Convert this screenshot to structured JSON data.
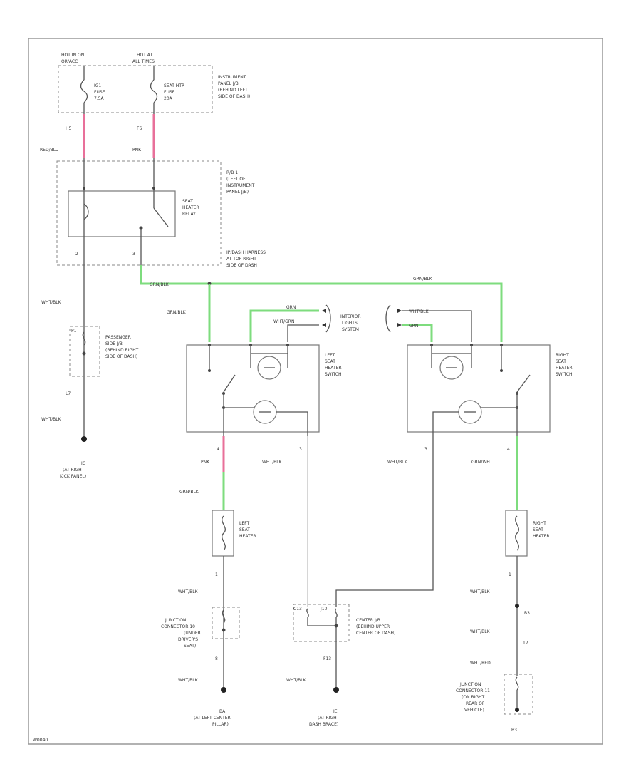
{
  "fuses": {
    "left_hot": "HOT IN ON",
    "left_hot_sub": "OR/ACC",
    "right_hot": "HOT AT",
    "right_hot_sub": "ALL TIMES",
    "fuse1_name": "IG1",
    "fuse1_type": "FUSE",
    "fuse1_amp": "7.5A",
    "fuse2_name": "SEAT HTR",
    "fuse2_type": "FUSE",
    "fuse2_amp": "20A",
    "fuse_box_l1": "INSTRUMENT",
    "fuse_box_l2": "PANEL J/B",
    "fuse_box_l3": "(BEHIND LEFT",
    "fuse_box_l4": "SIDE OF DASH)",
    "pin_h5": "H5",
    "pin_f6": "F6"
  },
  "wires": {
    "red_blu": "RED/BLU",
    "pnk_top": "PNK",
    "wht_blk_1": "WHT/BLK",
    "wht_blk_2": "WHT/BLK",
    "grn_blk_top": "GRN/BLK",
    "grn_blk_right": "GRN/BLK",
    "grn_blk_left_sw": "GRN/BLK",
    "grn_1": "GRN",
    "wht_grn": "WHT/GRN",
    "wht_blk_r1": "WHT/BLK",
    "grn_2": "GRN",
    "pnk_lower": "PNK",
    "grn_blk_lower": "GRN/BLK",
    "wht_blk_l_sw": "WHT/BLK",
    "wht_blk_r_sw": "WHT/BLK",
    "grn_wht": "GRN/WHT",
    "wht_blk_lh": "WHT/BLK",
    "wht_blk_lj": "WHT/BLK",
    "wht_blk_cj": "WHT/BLK",
    "wht_blk_rh": "WHT/BLK",
    "wht_blk_rh2": "WHT/BLK",
    "wht_red": "WHT/RED"
  },
  "relay": {
    "name1": "SEAT",
    "name2": "HEATER",
    "name3": "RELAY",
    "loc1": "R/B 1",
    "loc2": "(LEFT OF",
    "loc3": "INSTRUMENT",
    "loc4": "PANEL J/B)",
    "pin2": "2",
    "pin3": "3",
    "harness1": "IP/DASH HARNESS",
    "harness2": "AT TOP RIGHT",
    "harness3": "SIDE OF DASH"
  },
  "passenger_jb": {
    "l1": "PASSENGER",
    "l2": "SIDE J/B",
    "l3": "(BEHIND RIGHT",
    "l4": "SIDE OF DASH)",
    "pin_top": "P1",
    "pin_bottom": "L7"
  },
  "ground_ic": {
    "name": "IC",
    "l1": "(AT RIGHT",
    "l2": "KICK PANEL)"
  },
  "interior": {
    "l1": "INTERIOR",
    "l2": "LIGHTS",
    "l3": "SYSTEM"
  },
  "left_switch": {
    "l1": "LEFT",
    "l2": "SEAT",
    "l3": "HEATER",
    "l4": "SWITCH",
    "pin_l": "4",
    "pin_r": "3"
  },
  "right_switch": {
    "l1": "RIGHT",
    "l2": "SEAT",
    "l3": "HEATER",
    "l4": "SWITCH",
    "pin_l": "3",
    "pin_r": "4"
  },
  "left_heater": {
    "l1": "LEFT",
    "l2": "SEAT",
    "l3": "HEATER",
    "pin": "1"
  },
  "right_heater": {
    "l1": "RIGHT",
    "l2": "SEAT",
    "l3": "HEATER",
    "pin": "1"
  },
  "junction_left": {
    "l1": "JUNCTION",
    "l2": "CONNECTOR 10",
    "l3": "(UNDER",
    "l4": "DRIVER'S",
    "l5": "SEAT)",
    "pin": "8"
  },
  "center_jb": {
    "l1": "CENTER J/B",
    "l2": "(BEHIND UPPER",
    "l3": "CENTER OF DASH)",
    "pin_a": "C13",
    "pin_b": "J10",
    "pin_c": "F13"
  },
  "junction_right": {
    "l1": "JUNCTION",
    "l2": "CONNECTOR 11",
    "l3": "(ON RIGHT",
    "l4": "REAR OF",
    "l5": "VEHICLE)",
    "pin_b3": "B3",
    "pin_17": "17",
    "pin_bottom": "B3"
  },
  "grounds": {
    "ba_name": "BA",
    "ba_l1": "(AT LEFT CENTER",
    "ba_l2": "PILLAR)",
    "ie_name": "IE",
    "ie_l1": "(AT RIGHT",
    "ie_l2": "DASH BRACE)"
  },
  "footer": {
    "code": "W0040"
  }
}
